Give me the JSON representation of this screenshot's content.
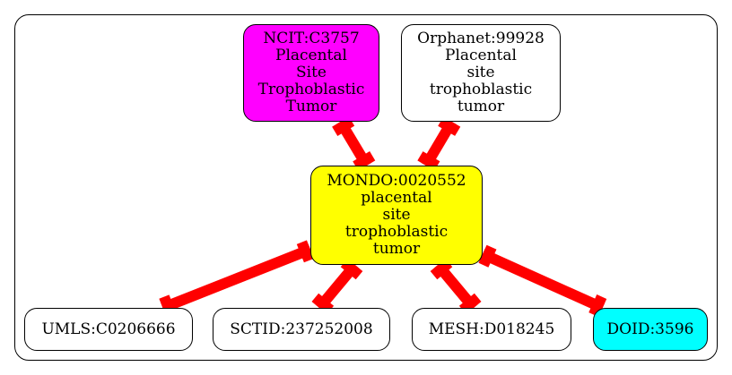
{
  "diagram": {
    "nodes": [
      {
        "id": "ncit",
        "label": "NCIT:C3757\nPlacental\nSite\nTrophoblastic\nTumor",
        "fill": "#ff00ff"
      },
      {
        "id": "orphanet",
        "label": "Orphanet:99928\nPlacental\nsite\ntrophoblastic\ntumor",
        "fill": "#ffffff"
      },
      {
        "id": "mondo",
        "label": "MONDO:0020552\nplacental\nsite\ntrophoblastic\ntumor",
        "fill": "#ffff00"
      },
      {
        "id": "umls",
        "label": "UMLS:C0206666",
        "fill": "#ffffff"
      },
      {
        "id": "sctid",
        "label": "SCTID:237252008",
        "fill": "#ffffff"
      },
      {
        "id": "mesh",
        "label": "MESH:D018245",
        "fill": "#ffffff"
      },
      {
        "id": "doid",
        "label": "DOID:3596",
        "fill": "#00ffff"
      }
    ],
    "edges": [
      {
        "from": "ncit",
        "to": "mondo"
      },
      {
        "from": "orphanet",
        "to": "mondo"
      },
      {
        "from": "mondo",
        "to": "umls"
      },
      {
        "from": "mondo",
        "to": "sctid"
      },
      {
        "from": "mondo",
        "to": "mesh"
      },
      {
        "from": "mondo",
        "to": "doid"
      }
    ],
    "edge_color": "#ff0000"
  }
}
